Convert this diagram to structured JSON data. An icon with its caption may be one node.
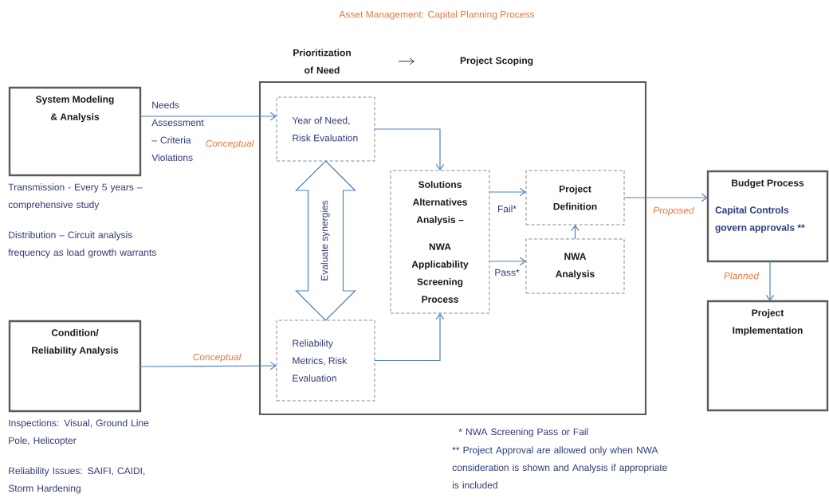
{
  "diagram": {
    "title": "Asset Management:  Capital Planning Process",
    "nodes": [
      {
        "text": [
          "System Modeling & Analysis"
        ],
        "beside": [
          "Needs Assessment – Criteria Violations",
          "Transmission - Every 5 years – comprehensive study",
          "Distribution – Circuit analysis frequency as load growth warrants"
        ]
      },
      {
        "text": [
          "Condition/ Reliability Analysis"
        ],
        "beside": [
          "Inspections:  Visual, Ground Line Pole, Helicopter",
          "Reliability Issues:  SAIFI, CAIDI, Storm Hardening"
        ]
      },
      {
        "text": [],
        "shape": "box"
      },
      {
        "text": [
          "Year of Need, Risk Evaluation"
        ],
        "in": 2
      },
      {
        "text": [
          "Reliability Metrics, Risk Evaluation"
        ],
        "in": 2
      },
      {
        "text": [
          "Solutions Alternatives Analysis –",
          "NWA Applicability Screening Process"
        ],
        "in": 2
      },
      {
        "text": [
          "Project Definition"
        ],
        "in": 2
      },
      {
        "text": [
          "NWA Analysis"
        ],
        "in": 2
      },
      {
        "text": [
          "Budget Process",
          "Capital Controls govern approvals **"
        ]
      },
      {
        "text": [
          "Project Implementation"
        ]
      }
    ],
    "edges": [
      {
        "from": 0,
        "to": 3,
        "arrow": "to",
        "label": "Conceptual"
      },
      {
        "from": 1,
        "to": 4,
        "arrow": "to",
        "label": "Conceptual"
      },
      {
        "from": 3,
        "to": 5,
        "arrow": "to"
      },
      {
        "from": 4,
        "to": 5,
        "arrow": "to"
      },
      {
        "from": 5,
        "to": 6,
        "arrow": "to",
        "label": "Fail*"
      },
      {
        "from": 5,
        "to": 7,
        "arrow": "to",
        "label": "Pass*"
      },
      {
        "from": 7,
        "to": 6,
        "arrow": "to"
      },
      {
        "from": 6,
        "to": 8,
        "arrow": "to",
        "label": "Proposed"
      },
      {
        "from": 8,
        "to": 9,
        "arrow": "to",
        "label": "Planned"
      },
      {
        "from": 3,
        "to": 4,
        "arrow": "both",
        "label": "Evaluate synergies"
      }
    ],
    "labels": [
      "Prioritization of Need",
      "Project Scoping",
      "* NWA Screening Pass or Fail",
      "** Project Approval are allowed only when NWA consideration is shown and Analysis if appropriate is included"
    ]
  }
}
